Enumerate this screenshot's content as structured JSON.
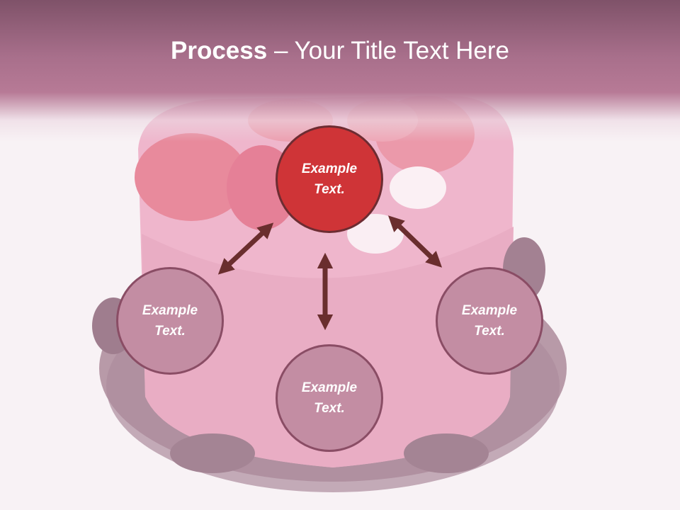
{
  "title": {
    "bold": "Process",
    "rest": " – Your Title Text Here"
  },
  "nodes": {
    "top": "Example\nText.",
    "left": "Example\nText.",
    "bottom": "Example\nText.",
    "right": "Example\nText."
  },
  "colors": {
    "header": "#a86f8b",
    "top_circle": "#cf3437",
    "side_circle": "#c38da3",
    "arrow": "#6a2e2e"
  }
}
